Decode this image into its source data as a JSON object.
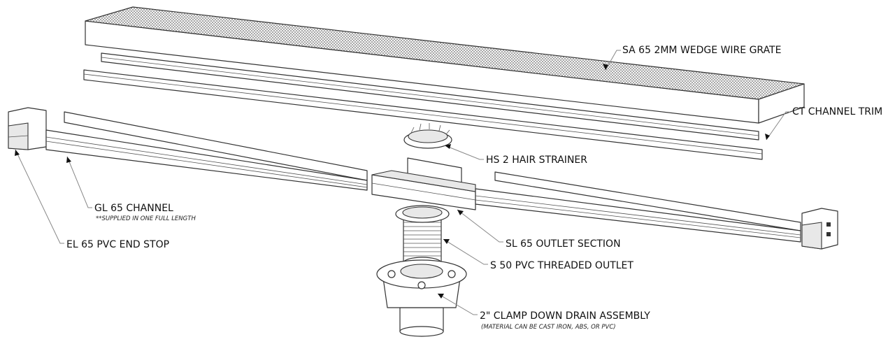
{
  "title": "Linear shower drain exploded assembly",
  "labels": {
    "grate": "SA 65  2MM WEDGE WIRE GRATE",
    "trim": "CT CHANNEL TRIM",
    "strainer": "HS 2  HAIR STRAINER",
    "channel": "GL 65  CHANNEL",
    "channel_note": "**SUPPLIED IN ONE FULL LENGTH",
    "end_stop": "EL 65  PVC END STOP",
    "outlet_section": "SL 65  OUTLET SECTION",
    "threaded_outlet": "S 50  PVC THREADED OUTLET",
    "drain": "2\" CLAMP DOWN DRAIN ASSEMBLY",
    "drain_note": "(MATERIAL CAN BE CAST IRON, ABS, OR PVC)"
  }
}
